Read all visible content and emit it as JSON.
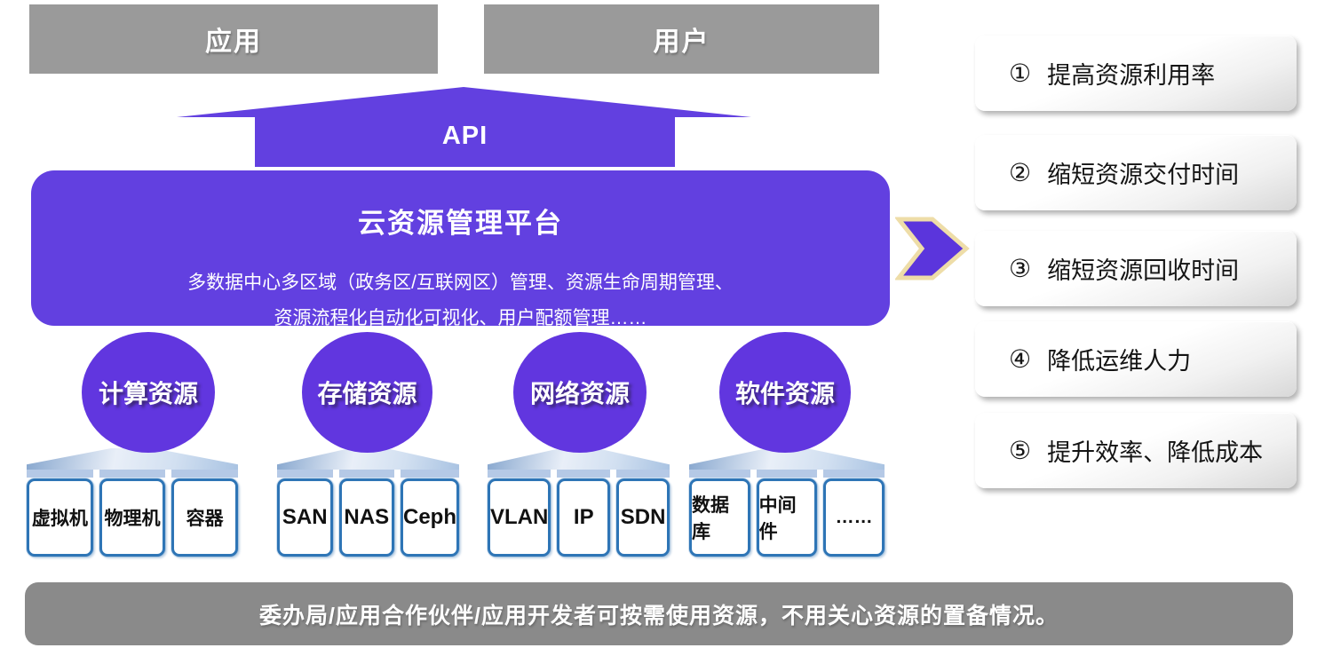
{
  "top": {
    "app_label": "应用",
    "user_label": "用户"
  },
  "api": {
    "label": "API"
  },
  "platform": {
    "title": "云资源管理平台",
    "subtitle_line1": "多数据中心多区域（政务区/互联网区）管理、资源生命周期管理、",
    "subtitle_line2": "资源流程化自动化可视化、用户配额管理……"
  },
  "resources": [
    {
      "name": "计算资源",
      "items": [
        "虚拟机",
        "物理机",
        "容器"
      ]
    },
    {
      "name": "存储资源",
      "items": [
        "SAN",
        "NAS",
        "Ceph"
      ]
    },
    {
      "name": "网络资源",
      "items": [
        "VLAN",
        "IP",
        "SDN"
      ]
    },
    {
      "name": "软件资源",
      "items": [
        "数据库",
        "中间件",
        "……"
      ]
    }
  ],
  "benefits": [
    {
      "number": "①",
      "text": "提高资源利用率"
    },
    {
      "number": "②",
      "text": "缩短资源交付时间"
    },
    {
      "number": "③",
      "text": "缩短资源回收时间"
    },
    {
      "number": "④",
      "text": "降低运维人力"
    },
    {
      "number": "⑤",
      "text": "提升效率、降低成本"
    }
  ],
  "footer": {
    "text": "委办局/应用合作伙伴/应用开发者可按需使用资源，不用关心资源的置备情况。"
  },
  "colors": {
    "purple": "#6240E0",
    "circle_purple": "#6136DF",
    "gray_box": "#9A9A9A",
    "footer_gray": "#8A8A8A",
    "roof_blue": "#b5c9e6",
    "box_border_blue": "#2E75B6",
    "chevron_border": "#EEDDA8"
  }
}
